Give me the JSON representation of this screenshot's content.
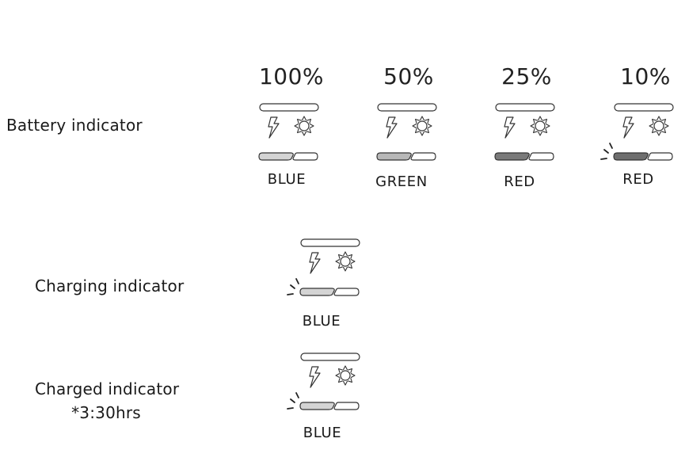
{
  "rows": {
    "battery": {
      "label": "Battery indicator"
    },
    "charging": {
      "label": "Charging indicator"
    },
    "charged": {
      "label_line1": "Charged indicator",
      "label_line2": "*3:30hrs"
    }
  },
  "battery_levels": [
    {
      "percent": "100%",
      "color_label": "BLUE",
      "bar_shade": "#d4d4d4",
      "blinking": false
    },
    {
      "percent": "50%",
      "color_label": "GREEN",
      "bar_shade": "#b8b8b8",
      "blinking": false
    },
    {
      "percent": "25%",
      "color_label": "RED",
      "bar_shade": "#7a7a7a",
      "blinking": false
    },
    {
      "percent": "10%",
      "color_label": "RED",
      "bar_shade": "#6e6e6e",
      "blinking": true
    }
  ],
  "charging": {
    "color_label": "BLUE",
    "bar_shade": "#d4d4d4",
    "blinking": true
  },
  "charged": {
    "color_label": "BLUE",
    "bar_shade": "#d4d4d4",
    "blinking": true
  },
  "icons": {
    "bolt": "lightning-bolt-icon",
    "sun": "sun-icon",
    "blink": "blink-rays-icon"
  }
}
